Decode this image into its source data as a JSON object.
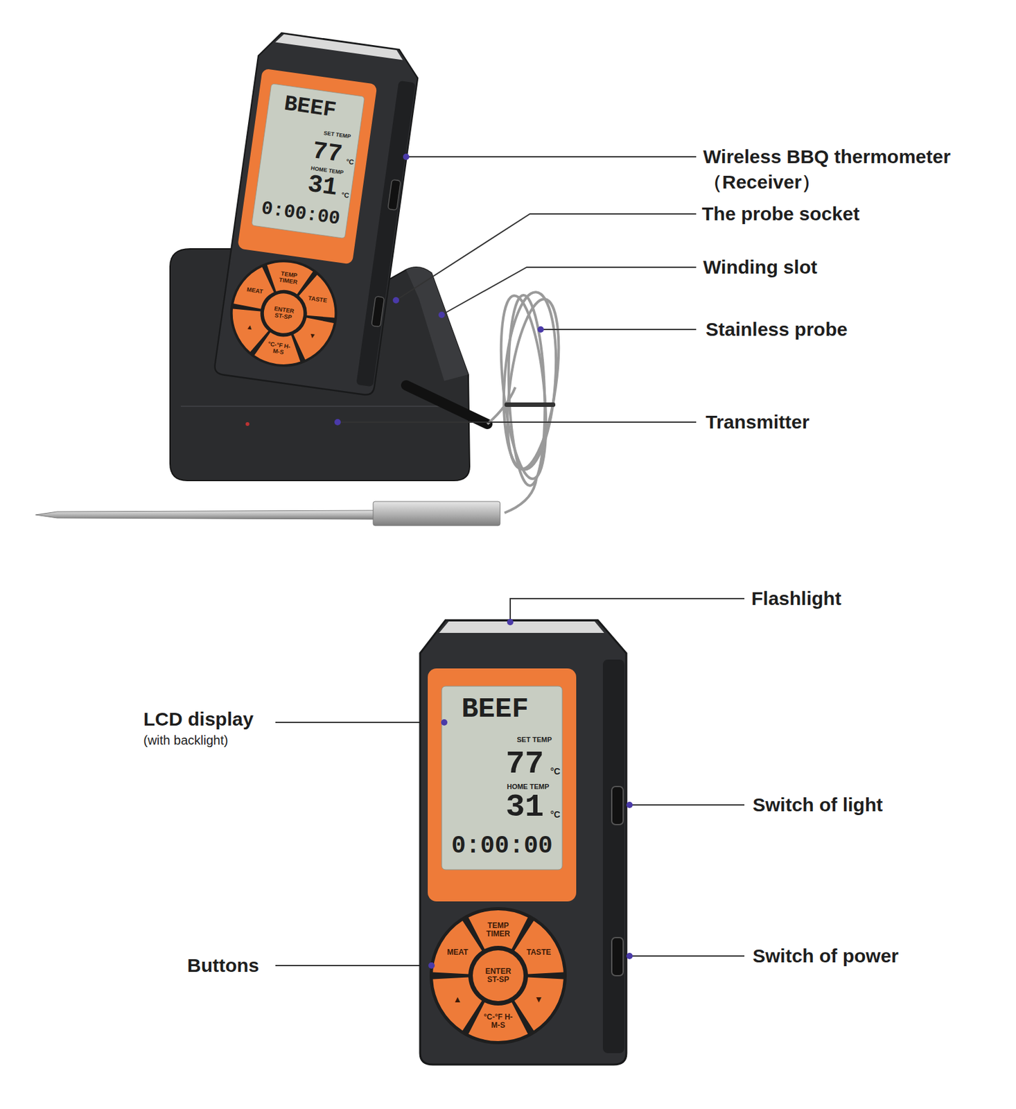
{
  "diagram": {
    "labels": [
      "Wireless BBQ thermometer （Receiver）",
      "BEEF",
      "SET TEMP",
      "77",
      "°C",
      "HOME TEMP",
      "31",
      "°C",
      "0:00:00",
      "TEMP TIMER",
      "MEAT",
      "TASTE",
      "ENTER ST-SP",
      "▲",
      "▼",
      "°C-°F H-M-S",
      "The probe socket",
      "Winding slot",
      "Stainless probe",
      "Transmitter",
      "Flashlight",
      "LCD display",
      "(with backlight)",
      "BEEF",
      "SET TEMP",
      "77",
      "°C",
      "HOME TEMP",
      "31",
      "°C",
      "0:00:00",
      "TEMP TIMER",
      "MEAT",
      "TASTE",
      "ENTER ST-SP",
      "▲",
      "▼",
      "°C-°F H-M-S",
      "Switch of light",
      "Buttons",
      "Switch of power"
    ]
  }
}
